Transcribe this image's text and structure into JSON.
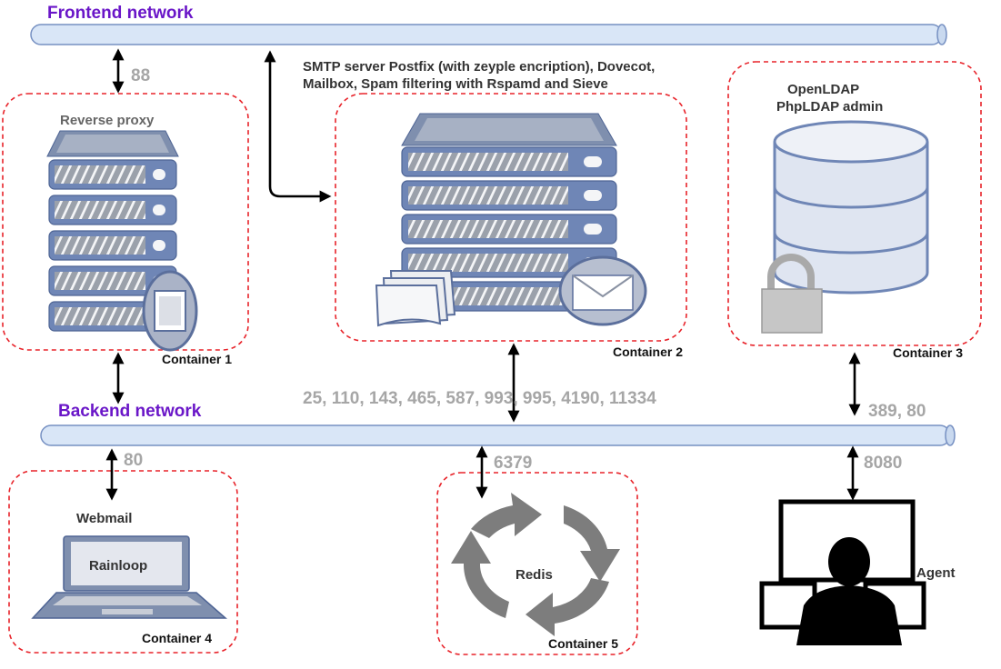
{
  "networks": {
    "frontend": "Frontend network",
    "backend": "Backend network"
  },
  "ports": {
    "proxy_frontend": "88",
    "mail_backend": "25, 110, 143, 465, 587, 993, 995, 4190, 11334",
    "ldap_backend": "389, 80",
    "webmail": "80",
    "redis": "6379",
    "agent": "8080"
  },
  "containers": {
    "c1": {
      "title": "Reverse proxy",
      "label": "Container 1"
    },
    "c2": {
      "title_line1": "SMTP server Postfix (with zeyple encription), Dovecot,",
      "title_line2": "Mailbox, Spam filtering with Rspamd and Sieve",
      "label": "Container 2"
    },
    "c3": {
      "title_line1": "OpenLDAP",
      "title_line2": "PhpLDAP admin",
      "label": "Container 3"
    },
    "c4": {
      "title": "Webmail",
      "screen_text": "Rainloop",
      "label": "Container 4"
    },
    "c5": {
      "center_text": "Redis",
      "label": "Container 5"
    }
  },
  "agent": {
    "label": "Agent"
  },
  "icons": [
    "server-rack-icon",
    "mail-server-icon",
    "database-lock-icon",
    "laptop-icon",
    "cycle-arrows-icon",
    "agent-monitors-icon",
    "shield-icon",
    "envelope-icon",
    "documents-icon",
    "padlock-icon"
  ],
  "colors": {
    "network_label": "#6a16c8",
    "port_label": "#a6a6a6",
    "container_border": "#e8232a",
    "bus_fill": "#d9e6f7",
    "server_blue": "#6f86b6"
  }
}
